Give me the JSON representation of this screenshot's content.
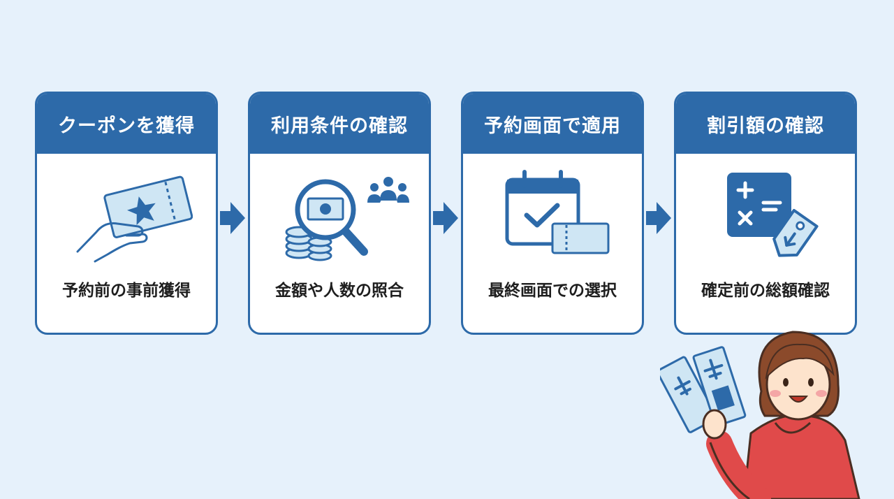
{
  "steps": [
    {
      "title": "クーポンを獲得",
      "caption": "予約前の事前獲得",
      "icon": "ticket-hand-icon"
    },
    {
      "title": "利用条件の確認",
      "caption": "金額や人数の照合",
      "icon": "magnifier-money-icon"
    },
    {
      "title": "予約画面で適用",
      "caption": "最終画面での選択",
      "icon": "calendar-ticket-icon"
    },
    {
      "title": "割引額の確認",
      "caption": "確定前の総額確認",
      "icon": "calculator-tag-icon"
    }
  ],
  "colors": {
    "primary": "#2d6aa9",
    "background": "#e6f1fb",
    "light_blue": "#cfe6f4",
    "card": "#ffffff"
  }
}
